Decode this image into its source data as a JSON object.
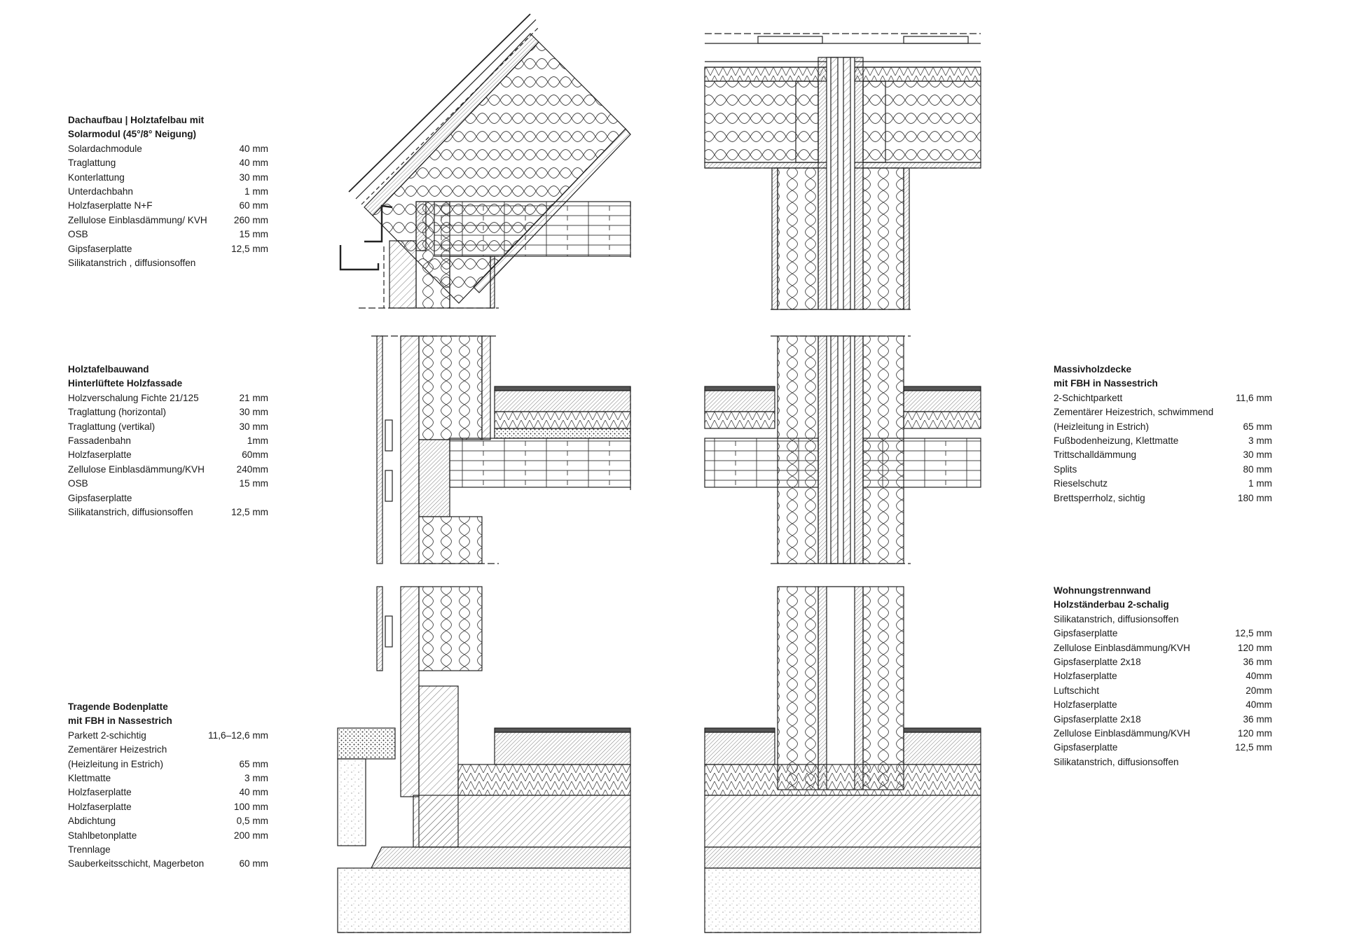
{
  "legends": [
    {
      "id": "dach",
      "title_lines": [
        "Dachaufbau | Holztafelbau mit",
        "Solarmodul (45°/8° Neigung)"
      ],
      "rows": [
        {
          "label": "Solardachmodule",
          "value": "40 mm"
        },
        {
          "label": "Traglattung",
          "value": "40 mm"
        },
        {
          "label": "Konterlattung",
          "value": "30 mm"
        },
        {
          "label": "Unterdachbahn",
          "value": "1 mm"
        },
        {
          "label": "Holzfaserplatte N+F",
          "value": "60 mm"
        },
        {
          "label": "Zellulose Einblasdämmung/ KVH",
          "value": "260 mm"
        },
        {
          "label": "OSB",
          "value": "15 mm"
        },
        {
          "label": "Gipsfaserplatte",
          "value": "12,5 mm"
        },
        {
          "label": "Silikatanstrich , diffusionsoffen",
          "value": ""
        }
      ]
    },
    {
      "id": "wand",
      "title_lines": [
        "Holztafelbauwand",
        "Hinterlüftete Holzfassade"
      ],
      "rows": [
        {
          "label": "Holzverschalung Fichte 21/125",
          "value": "21 mm"
        },
        {
          "label": "Traglattung (horizontal)",
          "value": "30 mm"
        },
        {
          "label": "Traglattung (vertikal)",
          "value": "30 mm"
        },
        {
          "label": "Fassadenbahn",
          "value": "1mm"
        },
        {
          "label": "Holzfaserplatte",
          "value": "60mm"
        },
        {
          "label": "Zellulose Einblasdämmung/KVH",
          "value": "240mm"
        },
        {
          "label": "OSB",
          "value": "15 mm"
        },
        {
          "label": "Gipsfaserplatte",
          "value": ""
        },
        {
          "label": "Silikatanstrich, diffusionsoffen",
          "value": "12,5 mm"
        }
      ]
    },
    {
      "id": "bodenplatte",
      "title_lines": [
        "Tragende Bodenplatte",
        "mit FBH in Nassestrich"
      ],
      "rows": [
        {
          "label": "Parkett 2-schichtig",
          "value": "11,6–12,6 mm"
        },
        {
          "label": "Zementärer Heizestrich",
          "value": ""
        },
        {
          "label": "(Heizleitung in Estrich)",
          "value": "65 mm"
        },
        {
          "label": "Klettmatte",
          "value": "3 mm"
        },
        {
          "label": "Holzfaserplatte",
          "value": "40 mm"
        },
        {
          "label": "Holzfaserplatte",
          "value": "100 mm"
        },
        {
          "label": "Abdichtung",
          "value": "0,5 mm"
        },
        {
          "label": "Stahlbetonplatte",
          "value": "200 mm"
        },
        {
          "label": "Trennlage",
          "value": ""
        },
        {
          "label": "Sauberkeitsschicht, Magerbeton",
          "value": "60 mm"
        }
      ]
    },
    {
      "id": "decke",
      "title_lines": [
        "Massivholzdecke",
        "mit FBH in Nassestrich"
      ],
      "rows": [
        {
          "label": "2-Schichtparkett",
          "value": "11,6 mm"
        },
        {
          "label": "Zementärer Heizestrich, schwimmend",
          "value": ""
        },
        {
          "label": "(Heizleitung in Estrich)",
          "value": "65 mm"
        },
        {
          "label": "Fußbodenheizung, Klettmatte",
          "value": "3 mm"
        },
        {
          "label": "Trittschalldämmung",
          "value": "30 mm"
        },
        {
          "label": "Splits",
          "value": "80 mm"
        },
        {
          "label": "Rieselschutz",
          "value": "1 mm"
        },
        {
          "label": "Brettsperrholz, sichtig",
          "value": "180 mm"
        }
      ]
    },
    {
      "id": "trennwand",
      "title_lines": [
        "Wohnungstrennwand",
        "Holzständerbau 2-schalig"
      ],
      "rows": [
        {
          "label": "Silikatanstrich, diffusionsoffen",
          "value": ""
        },
        {
          "label": "Gipsfaserplatte",
          "value": "12,5 mm"
        },
        {
          "label": "Zellulose Einblasdämmung/KVH",
          "value": "120 mm"
        },
        {
          "label": "Gipsfaserplatte 2x18",
          "value": "36 mm"
        },
        {
          "label": "Holzfaserplatte",
          "value": "40mm"
        },
        {
          "label": "Luftschicht",
          "value": "20mm"
        },
        {
          "label": "Holzfaserplatte",
          "value": "40mm"
        },
        {
          "label": "Gipsfaserplatte 2x18",
          "value": "36 mm"
        },
        {
          "label": "Zellulose Einblasdämmung/KVH",
          "value": "120 mm"
        },
        {
          "label": "Gipsfaserplatte",
          "value": "12,5 mm"
        },
        {
          "label": "Silikatanstrich, diffusionsoffen",
          "value": ""
        }
      ]
    }
  ]
}
